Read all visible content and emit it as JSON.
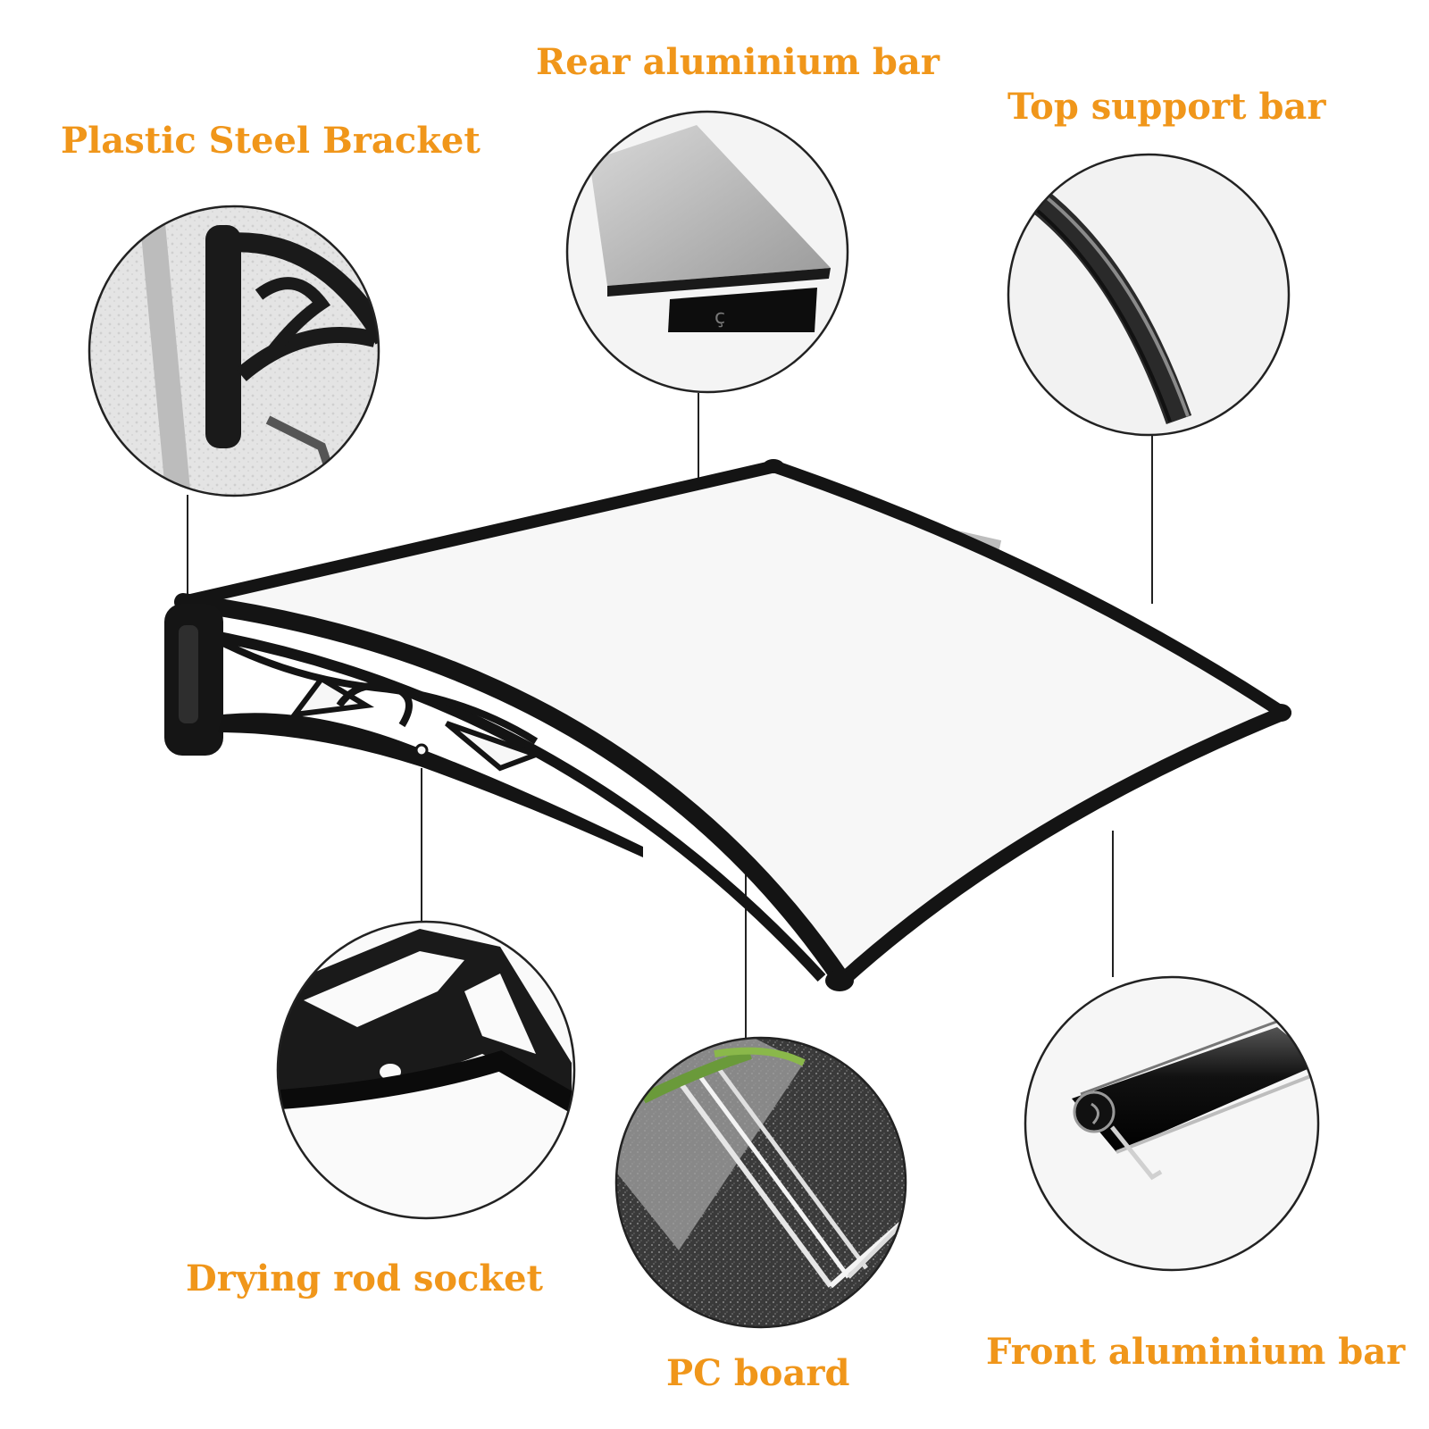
{
  "labels": {
    "rear_bar": "Rear aluminium bar",
    "bracket": "Plastic Steel Bracket",
    "top_bar": "Top support bar",
    "drying_socket": "Drying rod socket",
    "pc_board": "PC board",
    "front_bar": "Front aluminium bar"
  },
  "colors": {
    "label": "#F0961A",
    "frame": "#141414",
    "leader": "#222222"
  }
}
